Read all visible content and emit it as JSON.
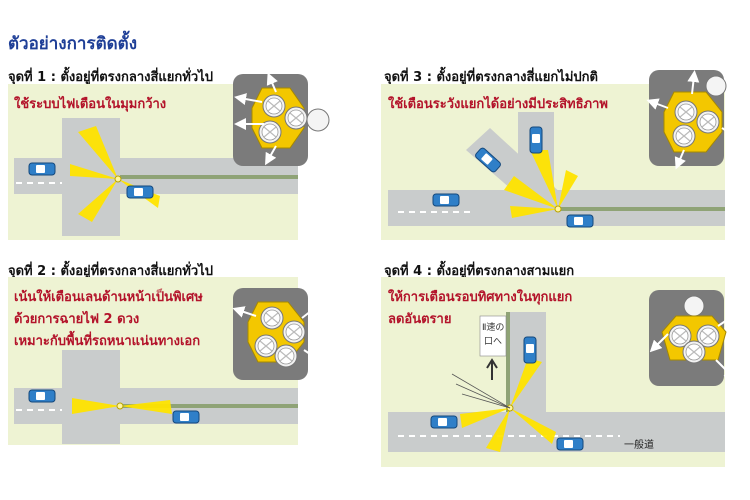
{
  "page_title": "ตัวอย่างการติดตั้ง",
  "panels": [
    {
      "heading": "จุดที่ 1 : ตั้งอยู่ที่ตรงกลางสี่แยกทั่วไป",
      "subtitle_lines": [
        "ใช้ระบบไฟเตือนในมุมกว้าง"
      ]
    },
    {
      "heading": "จุดที่ 2 : ตั้งอยู่ที่ตรงกลางสี่แยกทั่วไป",
      "subtitle_lines": [
        "เน้นให้เตือนเลนด้านหน้าเป็นพิเศษ",
        "ด้วยการฉายไฟ 2 ดวง",
        "เหมาะกับพื้นที่รถหนาแน่นทางเอก"
      ]
    },
    {
      "heading": "จุดที่ 3 : ตั้งอยู่ที่ตรงกลางสี่แยกไม่ปกติ",
      "subtitle_lines": [
        "ใช้เตือนระวังแยกได้อย่างมีประสิทธิภาพ"
      ]
    },
    {
      "heading": "จุดที่ 4 : ตั้งอยู่ที่ตรงกลางสามแยก",
      "subtitle_lines": [
        "ให้การเตือนรอบทิศทางในทุกแยก",
        "ลดอันตราย"
      ],
      "sign_text": [
        "Ⅱ速の",
        "口へ"
      ],
      "road_label": "一般道"
    }
  ],
  "colors": {
    "title": "#1f3f97",
    "subtitle": "#b3132a",
    "panel_bg": "#eef3d3",
    "road": "#c9cccc",
    "median": "#8fa376",
    "light_beam": "#ffe400",
    "car_blue": "#2f7fc8",
    "icon_box": "#7b7b7b",
    "arrow": "#ffffff"
  }
}
